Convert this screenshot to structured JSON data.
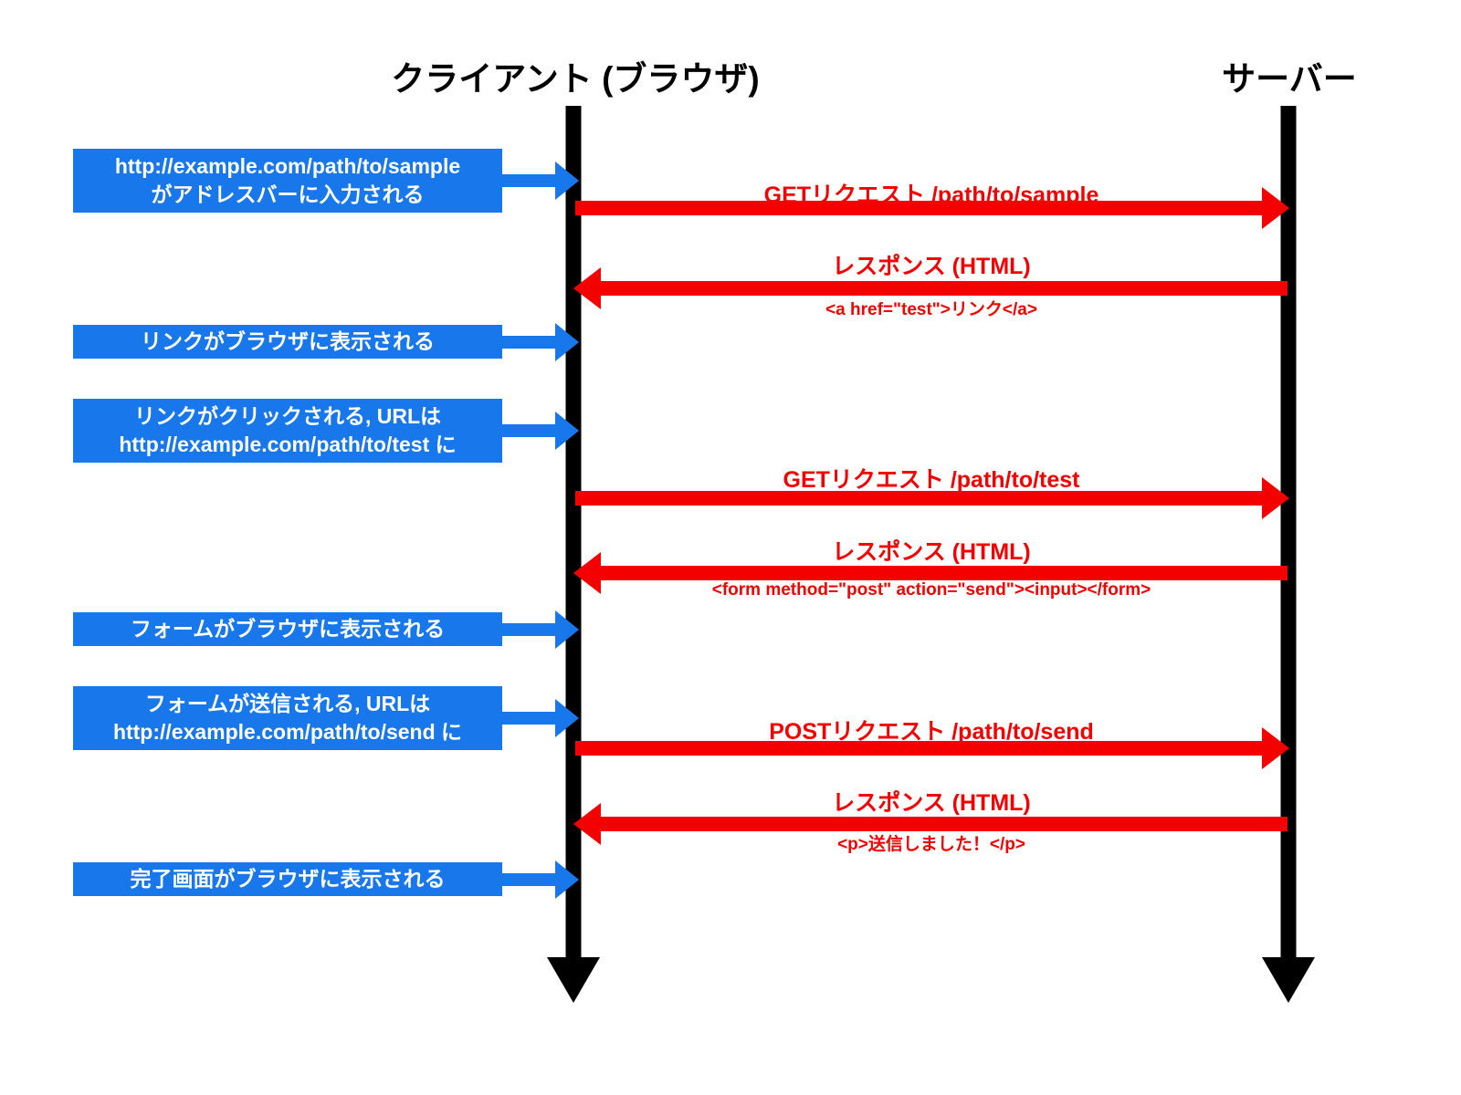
{
  "diagram": {
    "type": "sequence-diagram",
    "colors": {
      "note_fill": "#1877ea",
      "note_text": "#ffffff",
      "message": "#f40000",
      "lifeline": "#000000",
      "background": "#ffffff"
    },
    "participants": [
      {
        "id": "client",
        "title": "クライアント (ブラウザ)"
      },
      {
        "id": "server",
        "title": "サーバー"
      }
    ],
    "notes": [
      {
        "id": "note-url-entered",
        "lines": [
          "http://example.com/path/to/sample",
          "がアドレスバーに入力される"
        ]
      },
      {
        "id": "note-link-displayed",
        "lines": [
          "リンクがブラウザに表示される"
        ]
      },
      {
        "id": "note-link-clicked",
        "lines": [
          "リンクがクリックされる, URLは",
          "http://example.com/path/to/test に"
        ]
      },
      {
        "id": "note-form-displayed",
        "lines": [
          "フォームがブラウザに表示される"
        ]
      },
      {
        "id": "note-form-submitted",
        "lines": [
          "フォームが送信される, URLは",
          "http://example.com/path/to/send に"
        ]
      },
      {
        "id": "note-complete-displayed",
        "lines": [
          "完了画面がブラウザに表示される"
        ]
      }
    ],
    "messages": [
      {
        "id": "msg-get-sample",
        "direction": "client-to-server",
        "label": "GETリクエスト /path/to/sample",
        "sublabel": ""
      },
      {
        "id": "msg-response-link",
        "direction": "server-to-client",
        "label": "レスポンス (HTML)",
        "sublabel": "<a href=\"test\">リンク</a>"
      },
      {
        "id": "msg-get-test",
        "direction": "client-to-server",
        "label": "GETリクエスト /path/to/test",
        "sublabel": ""
      },
      {
        "id": "msg-response-form",
        "direction": "server-to-client",
        "label": "レスポンス (HTML)",
        "sublabel": "<form method=\"post\" action=\"send\"><input></form>"
      },
      {
        "id": "msg-post-send",
        "direction": "client-to-server",
        "label": "POSTリクエスト /path/to/send",
        "sublabel": ""
      },
      {
        "id": "msg-response-done",
        "direction": "server-to-client",
        "label": "レスポンス (HTML)",
        "sublabel": "<p>送信しました！</p>"
      }
    ]
  }
}
